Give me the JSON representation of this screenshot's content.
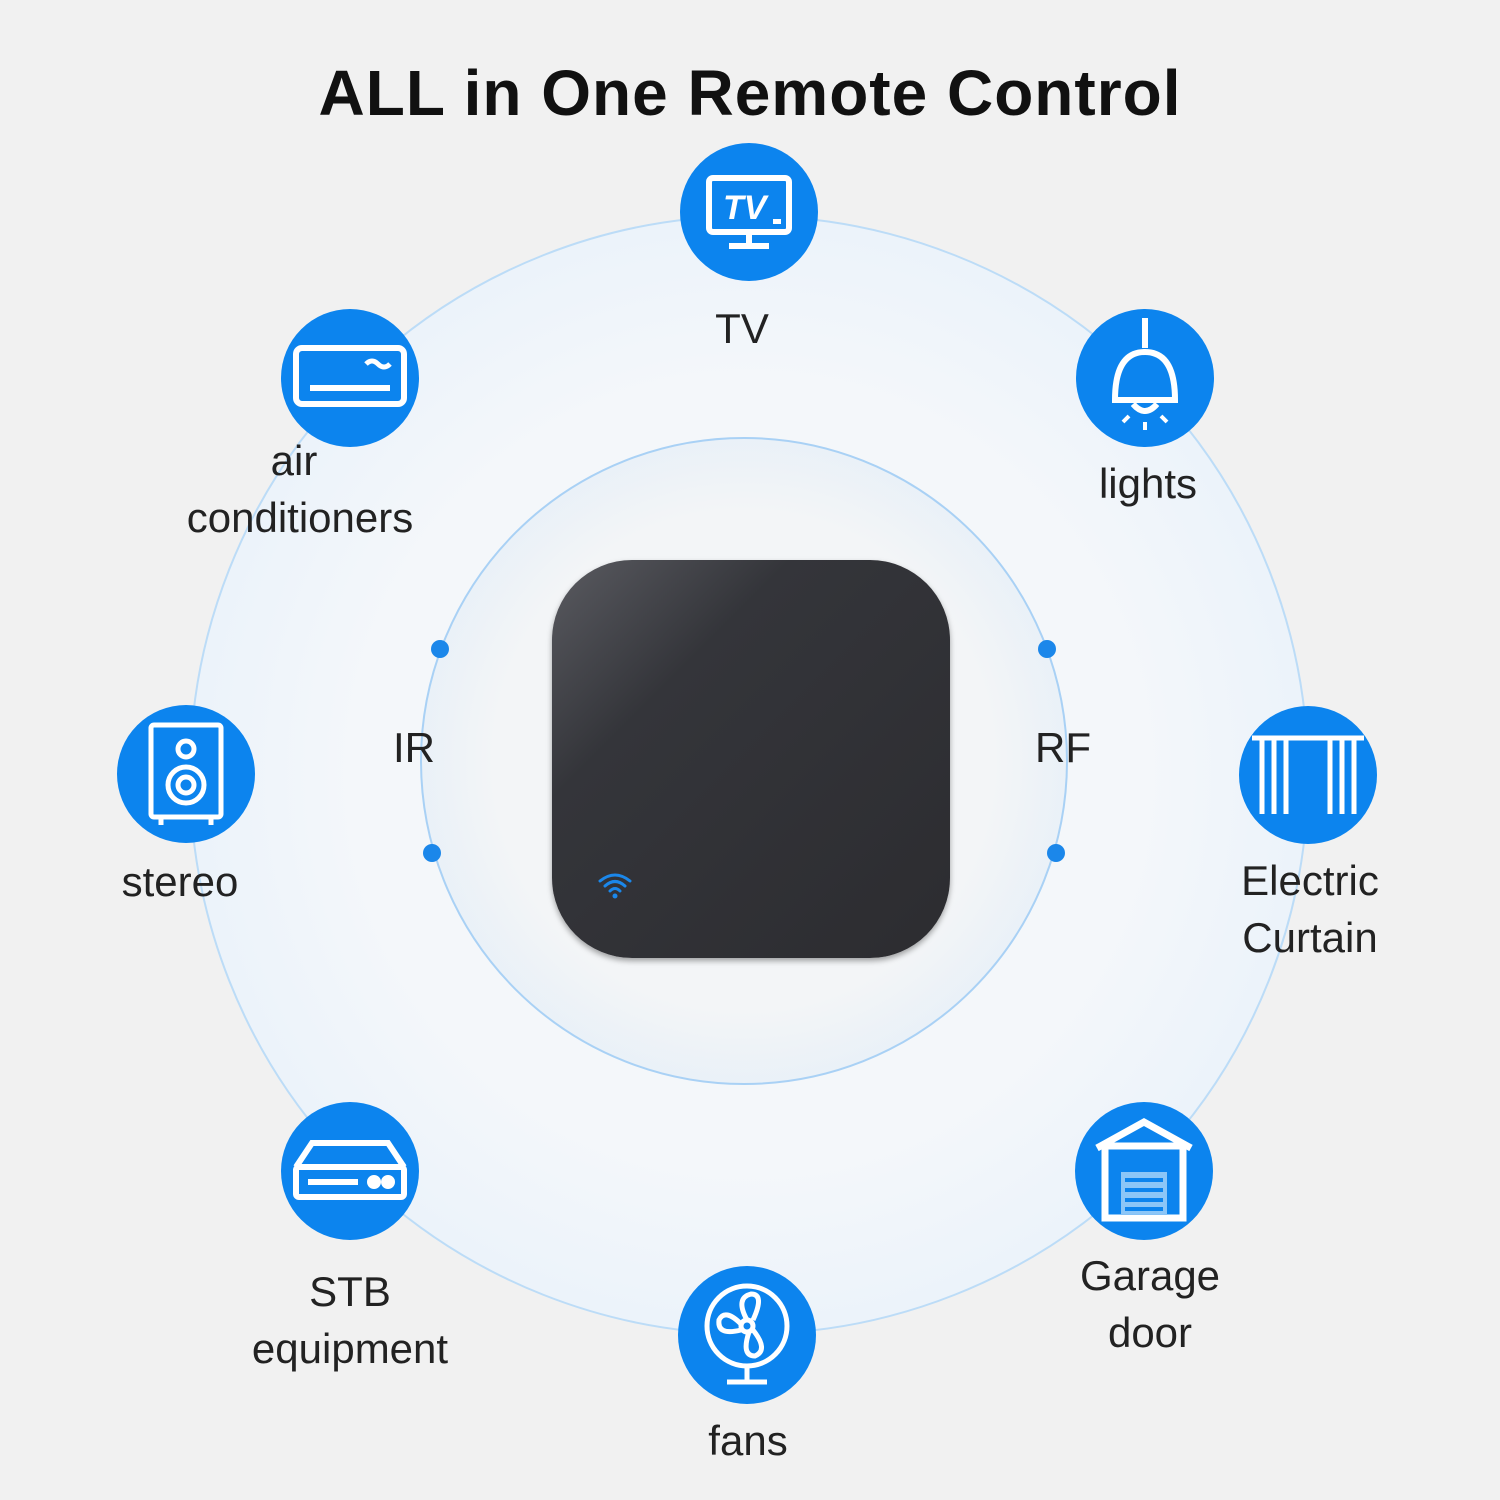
{
  "title": "ALL in One Remote Control",
  "protocols": {
    "left": "IR",
    "right": "RF"
  },
  "colors": {
    "accent": "#0c84ee",
    "device": "#2c2c30",
    "background": "#f1f1f1"
  },
  "devices": [
    {
      "icon": "tv-icon",
      "line1": "TV",
      "line2": ""
    },
    {
      "icon": "lamp-icon",
      "line1": "lights",
      "line2": ""
    },
    {
      "icon": "curtain-icon",
      "line1": "Electric",
      "line2": "Curtain"
    },
    {
      "icon": "garage-icon",
      "line1": "Garage",
      "line2": "door"
    },
    {
      "icon": "fan-icon",
      "line1": "fans",
      "line2": ""
    },
    {
      "icon": "set-top-box-icon",
      "line1": "STB",
      "line2": "equipment"
    },
    {
      "icon": "speaker-icon",
      "line1": "stereo",
      "line2": ""
    },
    {
      "icon": "air-conditioner-icon",
      "line1": "air",
      "line2": "conditioners"
    }
  ]
}
